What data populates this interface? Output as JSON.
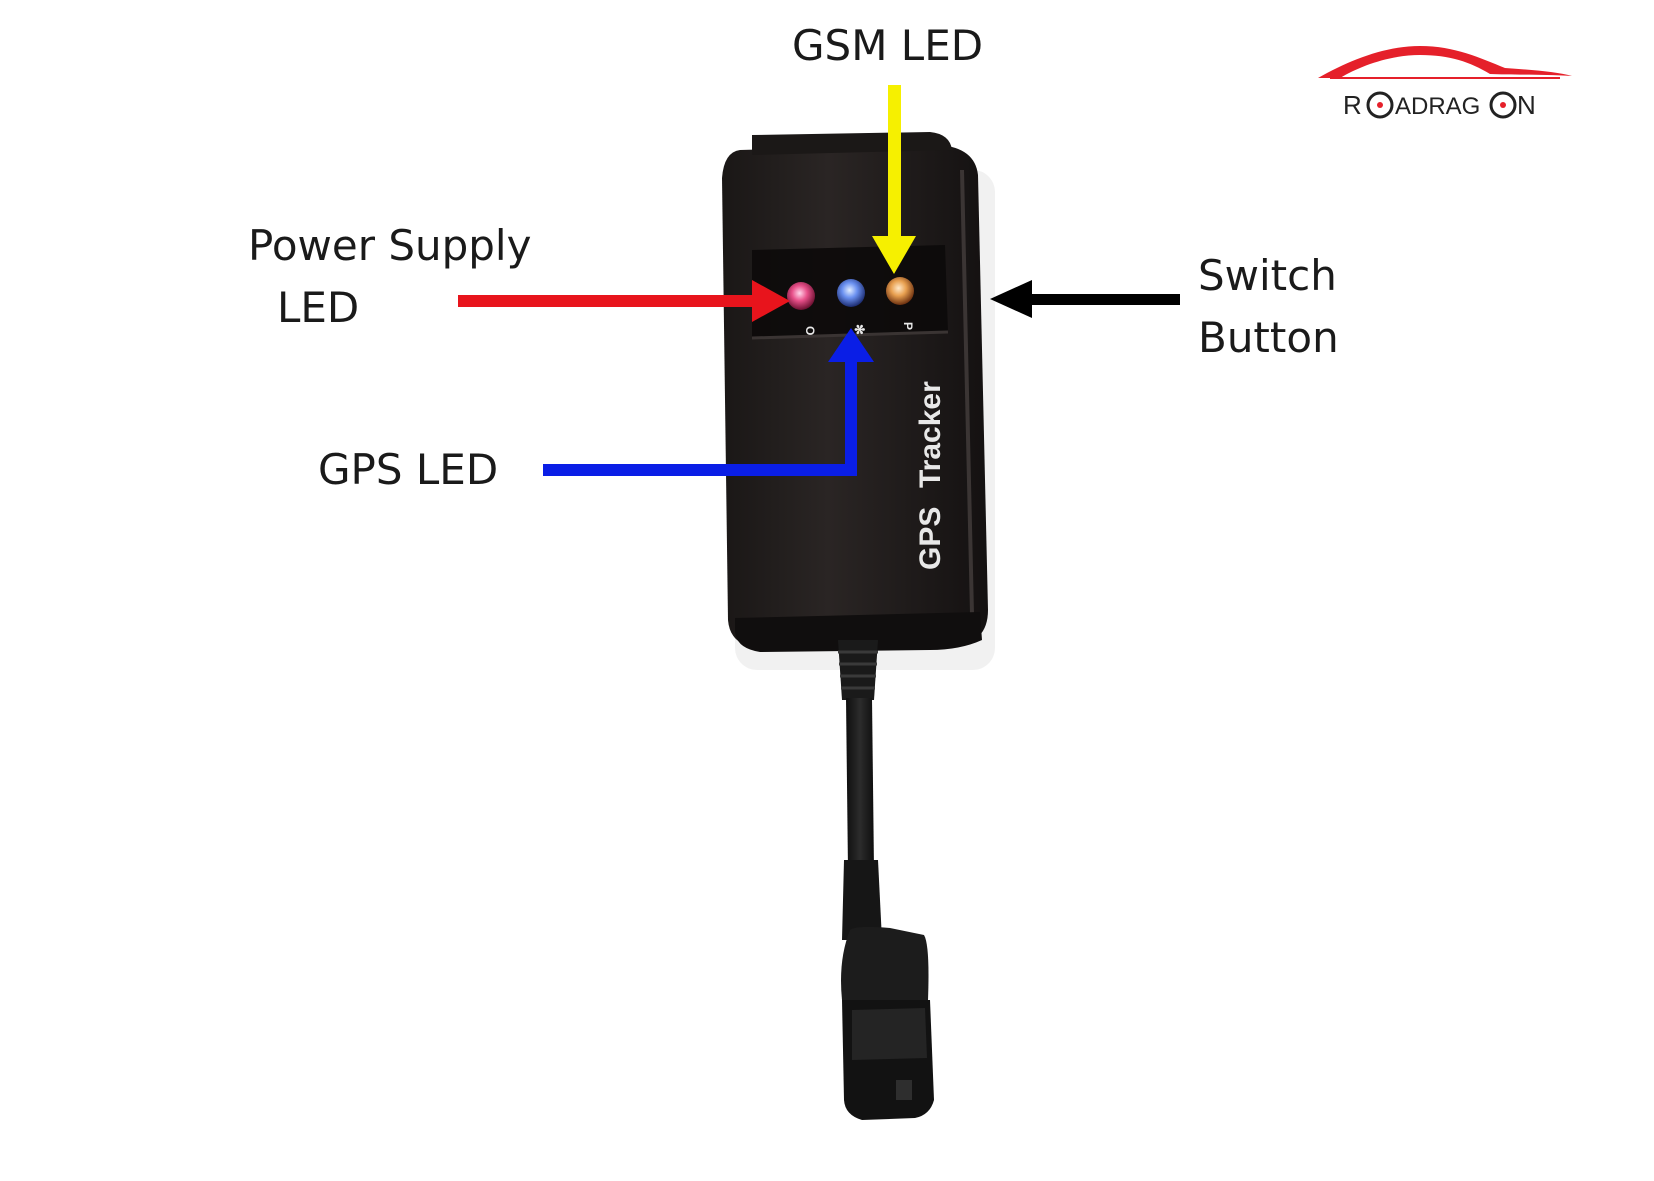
{
  "logo": {
    "text_left": "R",
    "text_mid": "ADRAG",
    "text_right": "N",
    "swoosh_color": "#e5202a"
  },
  "labels": {
    "gsm": "GSM LED",
    "power_line1": "Power Supply",
    "power_line2": "LED",
    "gps": "GPS LED",
    "switch_line1": "Switch",
    "switch_line2": "Button"
  },
  "device": {
    "case_text_1": "GPS",
    "case_text_2": "Tracker",
    "led_marks": [
      "O",
      "✻",
      "P"
    ]
  },
  "colors": {
    "power_arrow": "#e8141c",
    "gps_arrow": "#0a1ee6",
    "gsm_arrow": "#f6f000",
    "switch_arrow": "#000000",
    "power_led": "#e8508a",
    "gps_led": "#6a90f0",
    "gsm_led": "#e8a050"
  }
}
